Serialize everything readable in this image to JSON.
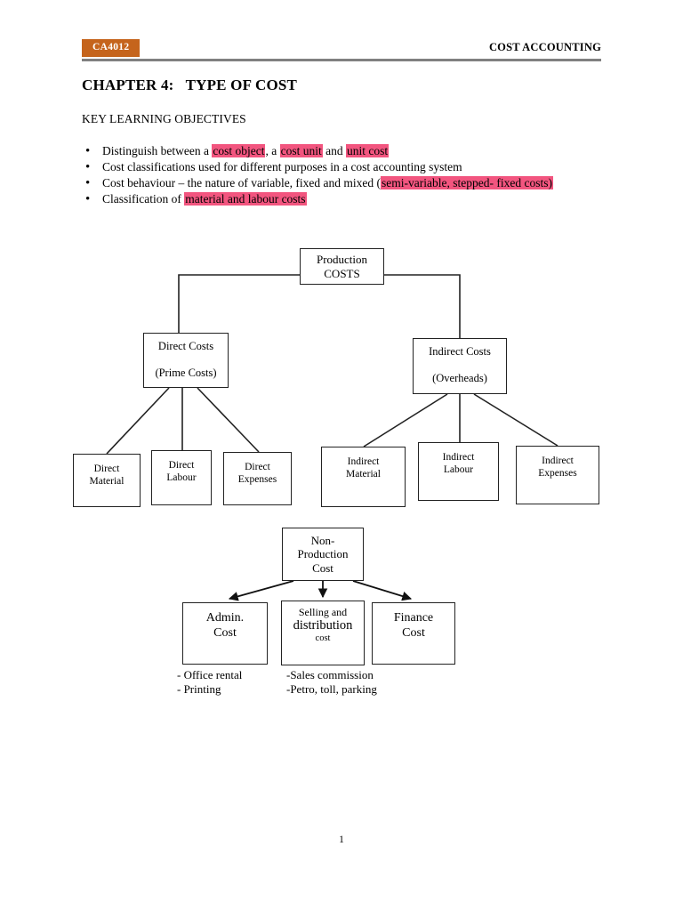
{
  "header": {
    "course_code": "CA4012",
    "title": "COST ACCOUNTING"
  },
  "chapter": {
    "title": "CHAPTER 4:   TYPE OF COST"
  },
  "objectives": {
    "heading": "KEY LEARNING OBJECTIVES",
    "items": [
      {
        "id": "objective-1",
        "segments": [
          {
            "text": "Distinguish between a ",
            "highlight": false
          },
          {
            "text": "cost object",
            "highlight": true
          },
          {
            "text": ", a ",
            "highlight": false
          },
          {
            "text": "cost unit",
            "highlight": true
          },
          {
            "text": " and ",
            "highlight": false
          },
          {
            "text": "unit cost",
            "highlight": true
          }
        ],
        "plain": "Distinguish between a cost object, a cost unit and unit cost"
      },
      {
        "id": "objective-2",
        "segments": [
          {
            "text": "Cost classifications used for different purposes in a cost accounting system",
            "highlight": false
          }
        ],
        "plain": "Cost classifications used for different purposes in a cost accounting system"
      },
      {
        "id": "objective-3",
        "segments": [
          {
            "text": "Cost behaviour – the nature of variable, fixed and mixed (",
            "highlight": false
          },
          {
            "text": "semi-variable, stepped- fixed costs)",
            "highlight": true
          }
        ],
        "plain": "Cost behaviour – the nature of variable, fixed and mixed (semi-variable, stepped- fixed costs)"
      },
      {
        "id": "objective-4",
        "segments": [
          {
            "text": "Classification of ",
            "highlight": false
          },
          {
            "text": "material and labour costs",
            "highlight": true
          }
        ],
        "plain": "Classification of material and labour costs"
      }
    ]
  },
  "diagram_production": {
    "root": {
      "lines": [
        "Production",
        "COSTS"
      ]
    },
    "branches": [
      {
        "id": "direct-costs",
        "lines": [
          "Direct Costs",
          "(Prime Costs)"
        ],
        "children": [
          {
            "id": "direct-material",
            "lines": [
              "Direct",
              "Material"
            ]
          },
          {
            "id": "direct-labour",
            "lines": [
              "Direct",
              "Labour"
            ]
          },
          {
            "id": "direct-expenses",
            "lines": [
              "Direct",
              "Expenses"
            ]
          }
        ]
      },
      {
        "id": "indirect-costs",
        "lines": [
          "Indirect Costs",
          "(Overheads)"
        ],
        "children": [
          {
            "id": "indirect-material",
            "lines": [
              "Indirect",
              "Material"
            ]
          },
          {
            "id": "indirect-labour",
            "lines": [
              "Indirect",
              "Labour"
            ]
          },
          {
            "id": "indirect-expenses",
            "lines": [
              "Indirect",
              "Expenses"
            ]
          }
        ]
      }
    ]
  },
  "diagram_nonproduction": {
    "root": {
      "lines": [
        "Non-",
        "Production",
        "Cost"
      ]
    },
    "children": [
      {
        "id": "admin-cost",
        "lines": [
          "Admin.",
          "Cost"
        ],
        "note": "- Office rental\n- Printing"
      },
      {
        "id": "selling-distribution-cost",
        "lines": [
          "Selling and",
          "distribution",
          "cost"
        ],
        "note": "-Sales commission\n-Petro, toll, parking"
      },
      {
        "id": "finance-cost",
        "lines": [
          "Finance",
          "Cost"
        ],
        "note": ""
      }
    ]
  },
  "footer": {
    "page_number": "1"
  },
  "colors": {
    "badge_background": "#c5641c",
    "highlight": "#f2557f",
    "rule": "#808080",
    "line": "#222222"
  }
}
